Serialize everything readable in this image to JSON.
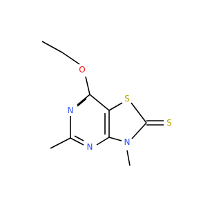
{
  "molecule": {
    "atom_labels": {
      "ring_oxygen_substituent": "O",
      "pyrimidine_n_upper": "N",
      "pyrimidine_n_lower": "N",
      "thiazole_s": "S",
      "thione_s": "S",
      "thiazole_n": "N"
    },
    "colors": {
      "bond": "#000000",
      "O": "#ff0d0d",
      "N": "#3050f8",
      "S": "#b2a600"
    }
  }
}
